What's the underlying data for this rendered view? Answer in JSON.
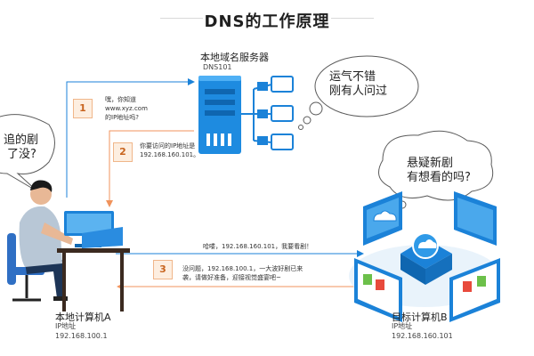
{
  "title": "DNS的工作原理",
  "colors": {
    "blue": "#1b82d8",
    "orange": "#f0935c",
    "step_bg": "#fdeee0"
  },
  "steps": [
    "1",
    "2",
    "3"
  ],
  "dns_server": {
    "name": "本地域名服务器",
    "id": "DNS101",
    "thought": [
      "运气不错",
      "刚有人问过"
    ]
  },
  "local_pc": {
    "name": "本地计算机A",
    "ip_label": "IP地址",
    "ip": "192.168.100.1",
    "speech": [
      "追的剧",
      "了没?"
    ]
  },
  "target_pc": {
    "name": "目标计算机B",
    "ip_label": "IP地址",
    "ip": "192.168.160.101",
    "thought": [
      "悬疑新剧",
      "有想看的吗?"
    ]
  },
  "messages": {
    "m1": [
      "嘿，你知道",
      "www.xyz.com",
      "的IP地址吗?"
    ],
    "m2": [
      "你要访问的IP地址是",
      "192.168.160.101。"
    ],
    "m3": "哈喽，192.168.160.101，我要看剧！",
    "m4": [
      "没问题，192.168.100.1，一大波好剧已来",
      "袭，请做好准备，迎接视觉盛宴吧~"
    ]
  }
}
